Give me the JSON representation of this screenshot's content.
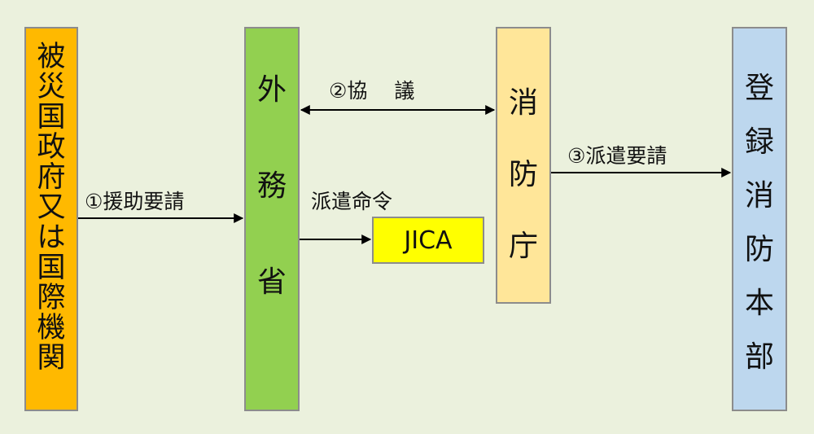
{
  "nodes": {
    "requester": {
      "label": "被災国政府又は国際機関",
      "color": "#ffb900"
    },
    "mofa": {
      "label": "外務省",
      "color": "#92d050"
    },
    "fdma": {
      "label": "消防庁",
      "color": "#ffe699"
    },
    "fire_hq": {
      "label": "登録消防本部",
      "color": "#bdd7ee"
    },
    "jica": {
      "label": "JICA",
      "color": "#ffff00"
    }
  },
  "edges": {
    "aid_request": {
      "label": "①援助要請"
    },
    "consultation": {
      "label": "②協　 議"
    },
    "dispatch_request": {
      "label": "③派遣要請"
    },
    "dispatch_order": {
      "label": "派遣命令"
    }
  }
}
